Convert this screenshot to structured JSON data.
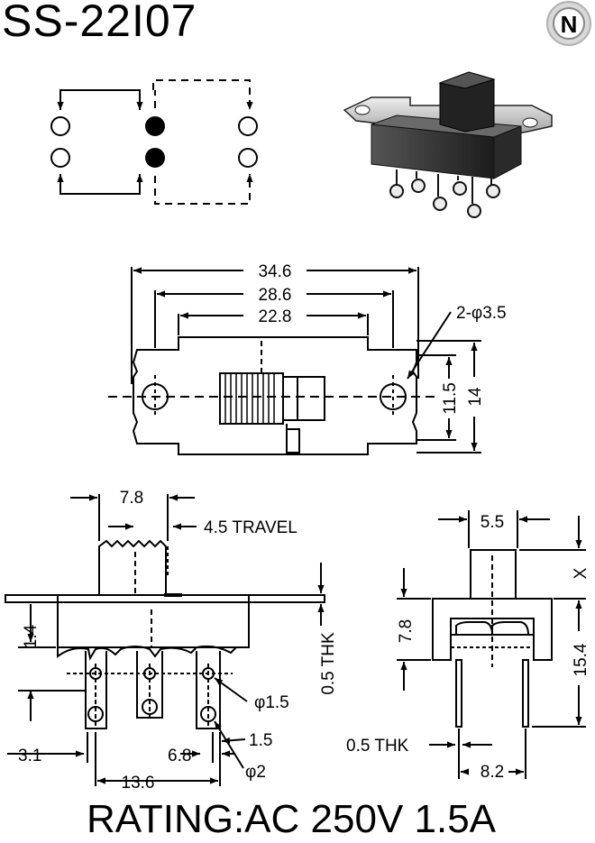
{
  "part_number": "SS-22I07",
  "logo_letter": "N",
  "rating": "RATING:AC 250V 1.5A",
  "top_view": {
    "overall_width": "34.6",
    "mount_hole_pitch": "28.6",
    "body_width": "22.8",
    "mount_holes": "2-φ3.5",
    "inner_height": "11.5",
    "overall_height": "14"
  },
  "front_view": {
    "knob_width": "7.8",
    "travel": "4.5 TRAVEL",
    "lug_offset": "1.4",
    "plate_thickness": "0.5 THK",
    "lug_hole": "φ1.5",
    "lug_width": "1.5",
    "edge_offset": "3.1",
    "lug_pitch": "6.8",
    "pin_hole": "φ2",
    "lug_span": "13.6"
  },
  "side_view": {
    "knob_width": "5.5",
    "knob_height": "X",
    "frame_height": "7.8",
    "body_height": "15.4",
    "pin_thickness": "0.5 THK",
    "pin_pitch": "8.2"
  },
  "colors": {
    "ink": "#000000",
    "paper": "#ffffff",
    "logo_bg": "#d8d8d8",
    "body_gray": "#3a3a3a"
  }
}
